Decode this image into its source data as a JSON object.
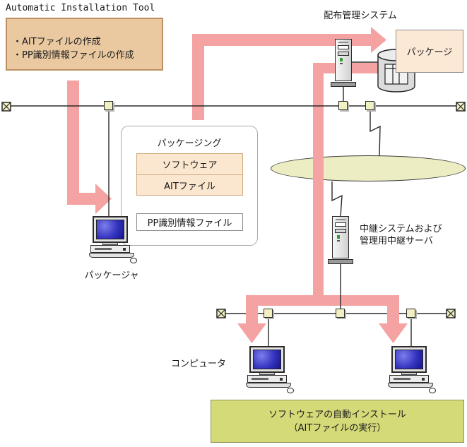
{
  "title": "Automatic Installation Tool",
  "ait_box": {
    "lines": [
      "・AITファイルの作成",
      "・PP識別情報ファイルの作成"
    ]
  },
  "distribution_system": {
    "label": "配布管理システム"
  },
  "package_box": {
    "label": "パッケージ"
  },
  "packaging": {
    "label": "パッケージング",
    "stack_items": [
      "ソフトウェア",
      "AITファイル"
    ],
    "pp_file_label": "PP識別情報ファイル"
  },
  "packager": {
    "label": "パッケージャ"
  },
  "relay": {
    "label_lines": [
      "中継システムおよび",
      "管理用中継サーバ"
    ]
  },
  "computers": {
    "label": "コンピュータ"
  },
  "install_box": {
    "lines": [
      "ソフトウェアの自動インストール",
      "（AITファイルの実行）"
    ]
  },
  "icons": {
    "server": "server-tower-icon",
    "storage": "database-cylinder-icon",
    "computer": "desktop-computer-icon",
    "network_node": "network-node-square",
    "network_terminator": "crossed-box-terminator",
    "wan": "wan-ellipse",
    "wan_link": "lightning-zigzag-link",
    "flow": "thick-pink-arrow"
  },
  "colors": {
    "arrow_pink": "#f5a2a2",
    "tan_box_fill": "#eac9a1",
    "tan_box_border": "#bd8f62",
    "peach_fill": "#fbe7cf",
    "peach_border": "#d0a97e",
    "package_box_fill": "#fbe9d6",
    "node_fill": "#f1f0c2",
    "ellipse_fill": "#ecedc2",
    "green_box_fill": "#d5da79",
    "green_box_border": "#8f9352",
    "screen_blue": "#3434c0",
    "line_color": "#2b2b2b"
  }
}
